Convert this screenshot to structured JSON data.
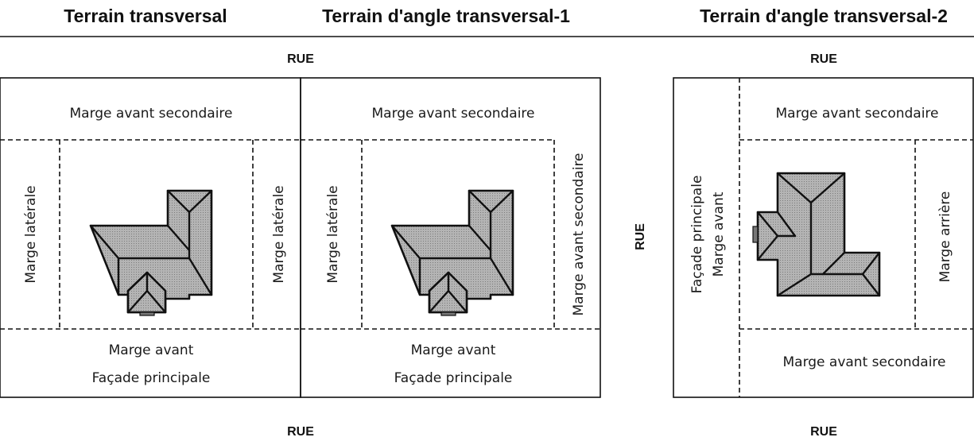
{
  "titles": {
    "t1": "Terrain transversal",
    "t2": "Terrain d'angle transversal-1",
    "t3": "Terrain d'angle transversal-2"
  },
  "street": "RUE",
  "labels": {
    "marge_avant_secondaire": "Marge avant secondaire",
    "marge_laterale": "Marge latérale",
    "marge_avant": "Marge avant",
    "facade_principale": "Façade principale",
    "marge_arriere": "Marge arrière"
  },
  "colors": {
    "line": "#111111",
    "roof": "#a8a8a8",
    "background": "#ffffff"
  }
}
